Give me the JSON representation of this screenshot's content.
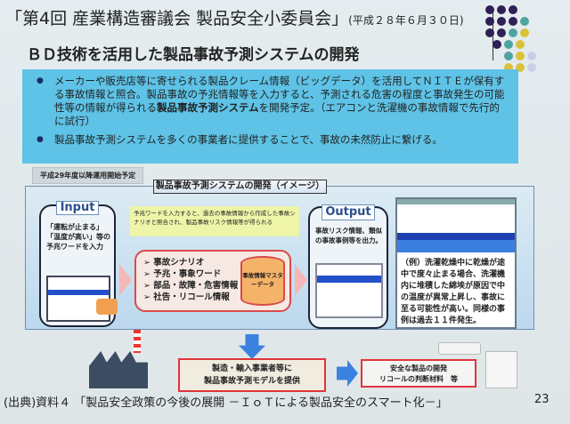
{
  "header": {
    "title": "「第4回 産業構造審議会 製品安全小委員会」",
    "date": "(平成２８年６月３０日)"
  },
  "subtitle": "ＢＤ技術を活用した製品事故予測システムの開発",
  "bullets": [
    {
      "pre": "メーカーや販売店等に寄せられる製品クレーム情報（ビッグデータ）を活用してＮＩＴＥが保有する事故情報と照合。製品事故の予兆情報等を入力すると、予測される危害の程度と事故発生の可能性等の情報が得られる",
      "bold": "製品事故予測システム",
      "post": "を開発予定。（エアコンと洗濯機の事故情報で先行的に試行）"
    },
    {
      "pre": "製品事故予測システムを多くの事業者に提供することで、事故の未然防止に繋げる。",
      "bold": "",
      "post": ""
    }
  ],
  "diagram": {
    "plan_label": "平成29年度以降運用開始予定",
    "title": "製品事故予測システムの開発（イメージ）",
    "input": {
      "label": "Input",
      "text": "「運転が止まる」「温度が高い」等の予兆ワードを入力"
    },
    "note": "予兆ワードを入力すると、過去の事故情報から作成した事故シナリオと照合され、製品事故リスク情報等が得られる",
    "items": [
      "事故シナリオ",
      "予兆・事象ワード",
      "部品・故障・危害情報",
      "社告・リコール情報"
    ],
    "database": "事故情報マスターデータ",
    "output": {
      "label": "Output",
      "text": "事故リスク情報、類似の事故事例等を出力。"
    },
    "example": "（例）洗濯乾燥中に乾燥が途中で度々止まる場合、洗濯機内に堆積した綿埃が原因で中の温度が異常上昇し、事故に至る可能性が高い。同様の事例は過去１１件発生。"
  },
  "bottom": {
    "provide": "製造・輸入事業者等に\n製品事故予測モデルを提供",
    "result": "安全な製品の開発\nリコールの判断材料　等"
  },
  "footer": {
    "source": "(出典)資料４ 「製品安全政策の今後の展開 －ＩｏＴによる製品安全のスマート化－」",
    "page": "23"
  },
  "colors": {
    "purple": "#2e1f55",
    "teal": "#4fa3a0",
    "yellow": "#d8c33a",
    "lavender": "#c8cfe6",
    "blue_box": "#5ec3e6",
    "red": "#e0343a"
  }
}
